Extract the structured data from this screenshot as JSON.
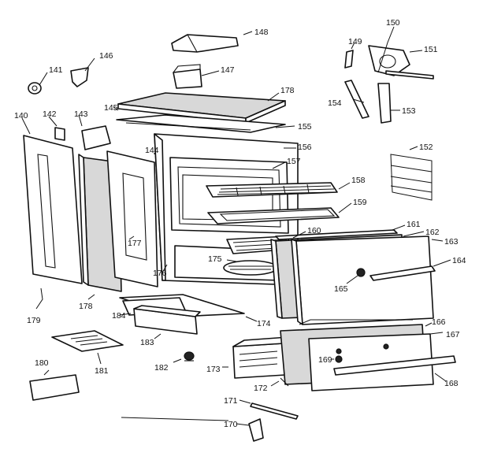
{
  "callouts": {
    "c141": "141",
    "c142": "142",
    "c143": "143",
    "c144": "144",
    "c145": "145",
    "c146": "146",
    "c147": "147",
    "c148": "148",
    "c149": "149",
    "c150": "150",
    "c151": "151",
    "c152": "152",
    "c153": "153",
    "c154": "154",
    "c155": "155",
    "c156": "156",
    "c157": "157",
    "c158": "158",
    "c159": "159",
    "c160": "160",
    "c161": "161",
    "c162": "162",
    "c163": "163",
    "c164": "164",
    "c165": "165",
    "c166": "166",
    "c167": "167",
    "c168": "168",
    "c169": "169",
    "c170": "170",
    "c171": "171",
    "c172": "172",
    "c173": "173",
    "c174": "174",
    "c175": "175",
    "c176": "176",
    "c177": "177",
    "c178a": "178",
    "c178b": "178",
    "c179": "179",
    "c180": "180",
    "c181": "181",
    "c182": "182",
    "c183": "183",
    "c184": "184",
    "c140": "140"
  }
}
